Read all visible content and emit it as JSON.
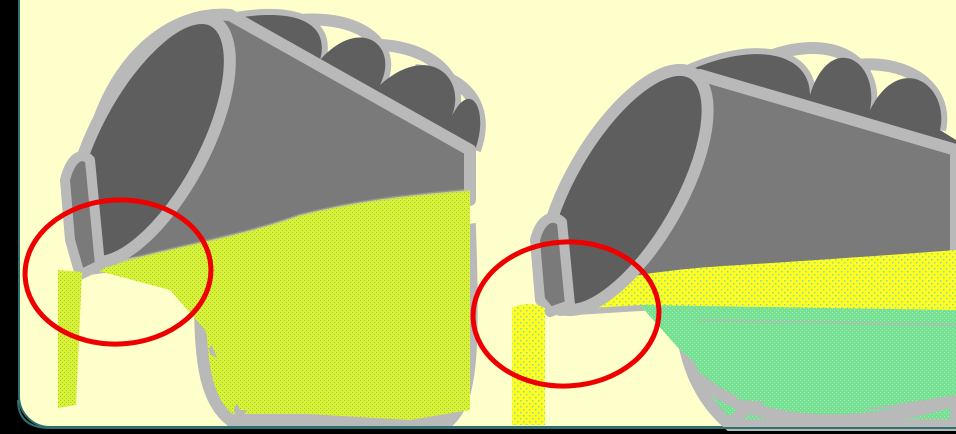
{
  "scene": {
    "background_color": "#000000",
    "panel_color": "#ffffcc",
    "panel_border_color": "#2e6f70",
    "highlight_color": "#ee0000",
    "pitcher_body_color": "#7a7a7a",
    "pitcher_dark_color": "#5e5e5e",
    "pitcher_outline_color": "#b9b9b9",
    "left_liquid_color": "#d8f43a",
    "right_liquid_top_color": "#ffff22",
    "right_liquid_bottom_color": "#6fe09a"
  },
  "illustrations": [
    {
      "name": "left-pitcher",
      "liquid": "single-layer",
      "icon": "pitcher-icon"
    },
    {
      "name": "right-pitcher",
      "liquid": "two-layer",
      "icon": "pitcher-icon"
    }
  ]
}
